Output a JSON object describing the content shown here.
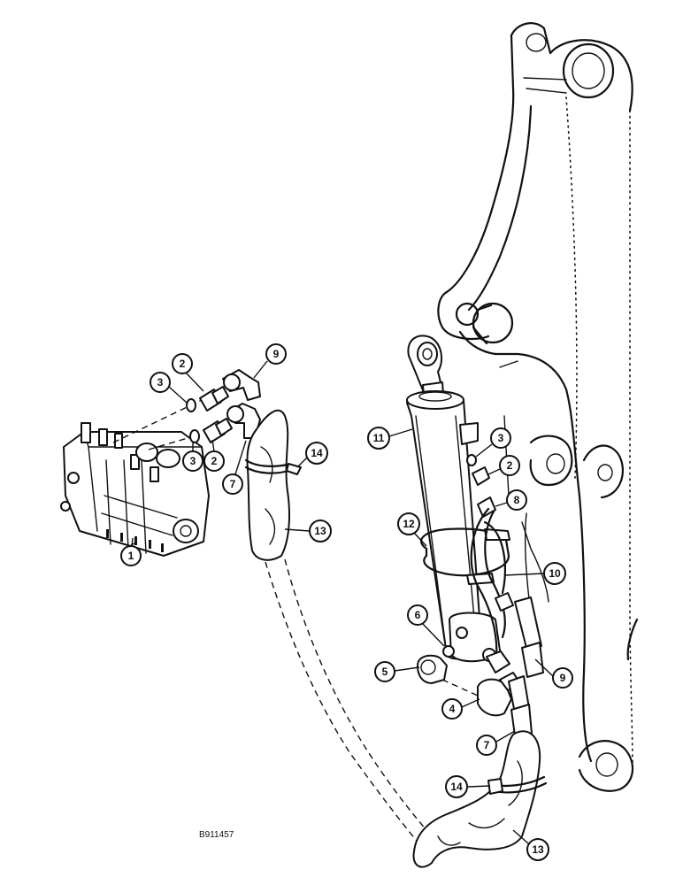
{
  "figure_code": "B911457",
  "callouts": [
    {
      "label": "1"
    },
    {
      "label": "2"
    },
    {
      "label": "3"
    },
    {
      "label": "2"
    },
    {
      "label": "3"
    },
    {
      "label": "9"
    },
    {
      "label": "7"
    },
    {
      "label": "14"
    },
    {
      "label": "13"
    },
    {
      "label": "11"
    },
    {
      "label": "3"
    },
    {
      "label": "2"
    },
    {
      "label": "8"
    },
    {
      "label": "12"
    },
    {
      "label": "10"
    },
    {
      "label": "6"
    },
    {
      "label": "5"
    },
    {
      "label": "9"
    },
    {
      "label": "4"
    },
    {
      "label": "7"
    },
    {
      "label": "14"
    },
    {
      "label": "13"
    }
  ]
}
